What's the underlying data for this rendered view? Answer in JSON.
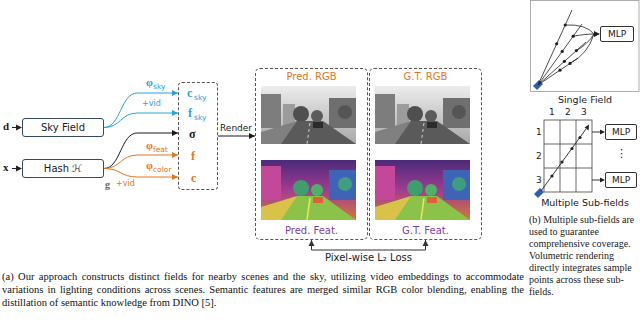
{
  "diagram": {
    "caption": "(a) Our approach constructs distinct fields for nearby scenes and the sky, utilizing video embeddings to accommodate variations in lighting conditions across scenes. Semantic features are merged similar RGB color blending, enabling the distillation of semantic knowledge from DINO [5].",
    "nodes": [
      {
        "text": [
          "Sky Field"
        ]
      },
      {
        "text": [
          "Hash ℋ"
        ]
      },
      {
        "text": [
          "c",
          "sky",
          "f",
          "sky",
          "σ",
          "f",
          "c"
        ]
      },
      {
        "text": [
          "Pred. RGB",
          "Pred. Feat."
        ]
      },
      {
        "text": [
          "G.T. RGB",
          "G.T. Feat."
        ]
      },
      {
        "text": [
          "MLP"
        ]
      },
      {
        "text": [
          "MLP"
        ]
      },
      {
        "text": [
          "MLP"
        ]
      }
    ],
    "edges": [
      {
        "from": 0,
        "to": 2,
        "arrow": "to"
      },
      {
        "from": 0,
        "to": 2,
        "arrow": "to"
      },
      {
        "from": 1,
        "to": 2,
        "arrow": "to"
      },
      {
        "from": 1,
        "to": 2,
        "arrow": "to"
      },
      {
        "from": 1,
        "to": 2,
        "arrow": "to"
      },
      {
        "from": 2,
        "to": 3,
        "label": "Render",
        "arrow": "to"
      },
      {
        "from": 3,
        "to": 4,
        "label": "Pixel-wise L₂ Loss",
        "arrow": "both"
      }
    ],
    "labels": [
      "d",
      "x",
      "φ",
      "sky",
      "+vid",
      "g",
      "φ",
      "feat",
      "+vid",
      "φ",
      "color",
      "1",
      "2",
      "3",
      "1",
      "2",
      "3",
      "⋮",
      "Single Field",
      "Multiple Sub-fields",
      "(b) Multiple sub-fields are used to guarantee comprehensive coverage. Volumetric rendering directly integrates sample points across these sub-fields."
    ]
  }
}
